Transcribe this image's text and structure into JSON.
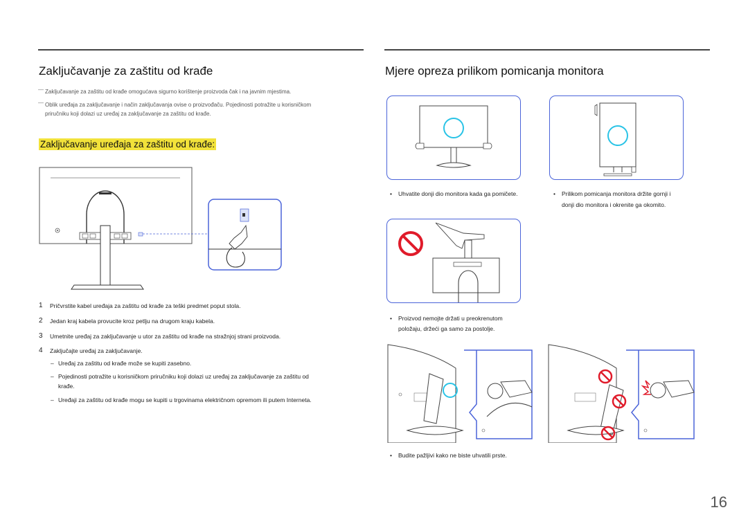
{
  "left": {
    "title": "Zaključavanje za zaštitu od krađe",
    "notes": [
      "Zaključavanje za zaštitu od krađe omogućava sigurno korištenje proizvoda čak i na javnim mjestima.",
      "Oblik uređaja za zaključavanje i način zaključavanja ovise o proizvođaču. Pojedinosti potražite u korisničkom",
      "priručniku koji dolazi uz uređaj za zaključavanje za zaštitu od krađe."
    ],
    "subheading": "Zaključavanje uređaja za zaštitu od krađe:",
    "steps": [
      {
        "num": "1",
        "text": "Pričvrstite kabel uređaja za zaštitu od krađe za teški predmet poput stola."
      },
      {
        "num": "2",
        "text": "Jedan kraj kabela provucite kroz petlju na drugom kraju kabela."
      },
      {
        "num": "3",
        "text": "Umetnite uređaj za zaključavanje u utor za zaštitu od krađe na stražnjoj strani proizvoda."
      },
      {
        "num": "4",
        "text": "Zaključajte uređaj za zaključavanje."
      }
    ],
    "subnotes": [
      {
        "dash": "–",
        "text": "Uređaj za zaštitu od krađe može se kupiti zasebno."
      },
      {
        "dash": "–",
        "text": "Pojedinosti potražite u korisničkom priručniku koji dolazi uz uređaj za zaključavanje za zaštitu od"
      },
      {
        "dash": "",
        "text": "krađe."
      },
      {
        "dash": "–",
        "text": "Uređaji za zaštitu od krađe mogu se kupiti u trgovinama električnom opremom ili putem Interneta."
      }
    ]
  },
  "right": {
    "title": "Mjere opreza prilikom pomicanja monitora",
    "bullets": {
      "b1": "Uhvatite donji dio monitora kada ga pomičete.",
      "b2a": "Prilikom pomicanja monitora držite gornji i",
      "b2b": "donji dio monitora i okrenite ga okomito.",
      "b3a": "Proizvod nemojte držati u preokrenutom",
      "b3b": "položaju, držeći ga samo za postolje.",
      "b4": "Budite pažljivi kako ne biste uhvatili prste."
    }
  },
  "bullet_char": "•",
  "note_dash": "―",
  "page_number": "16",
  "colors": {
    "frame_blue": "#4a63d9",
    "highlight_yellow": "#f2e23a",
    "cyan_circle": "#29c3e6",
    "prohibit_red": "#e01b2a"
  }
}
